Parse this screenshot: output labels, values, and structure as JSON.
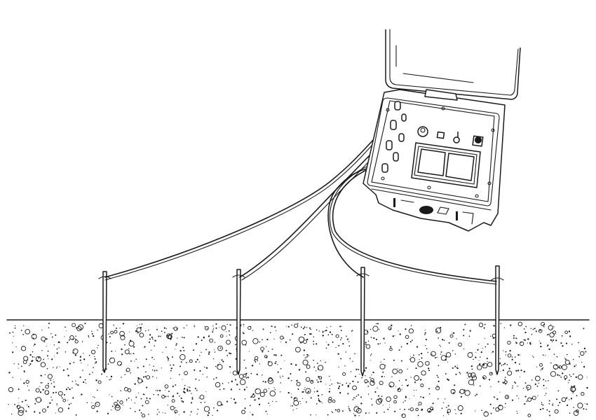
{
  "colors": {
    "ink": "#1a1a1a",
    "paper": "#ffffff"
  },
  "scene": {
    "device": "earth-resistance-tester",
    "stakes": 4,
    "cables": 4
  }
}
